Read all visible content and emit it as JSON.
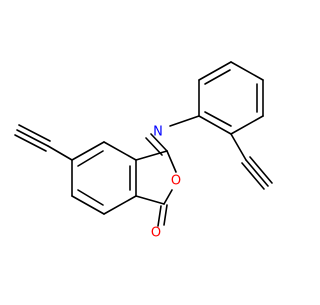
{
  "molecule": {
    "atom_labels": {
      "nitrogen": "N",
      "ring_oxygen": "O",
      "carbonyl_oxygen": "O"
    },
    "colors": {
      "bond": "#000000",
      "nitrogen": "#0000ff",
      "oxygen": "#ff0000",
      "background": "#ffffff"
    }
  }
}
